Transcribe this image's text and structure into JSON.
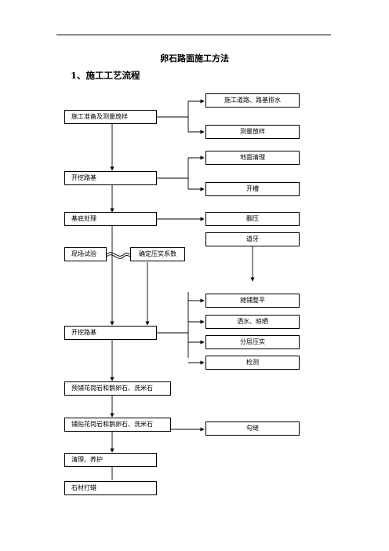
{
  "doc": {
    "title": "卵石路面施工方法",
    "section_heading": "1、施工工艺流程"
  },
  "flowchart": {
    "left_steps": {
      "prep": "施工准备及测量放样",
      "excavate1": "开挖路基",
      "base": "基底处理",
      "field_test": "现场试验",
      "compaction_coef": "确定压实系数",
      "excavate2": "开挖路基",
      "pre_lay": "预铺花岗岩和鹅卵石、洗米石",
      "lay": "铺贴花岗岩和鹅卵石、洗米石",
      "clean": "清理、养护",
      "polish": "石材打蜡"
    },
    "right_steps": {
      "drainage": "施工道路、路基排水",
      "survey": "测量放样",
      "ground_clear": "地面清理",
      "trench": "开槽",
      "roll": "翻压",
      "curb": "道牙",
      "spread": "摊铺整平",
      "water_dry": "洒水、晾晒",
      "layer_compact": "分层压实",
      "inspect": "检测",
      "grout": "勾缝"
    }
  }
}
